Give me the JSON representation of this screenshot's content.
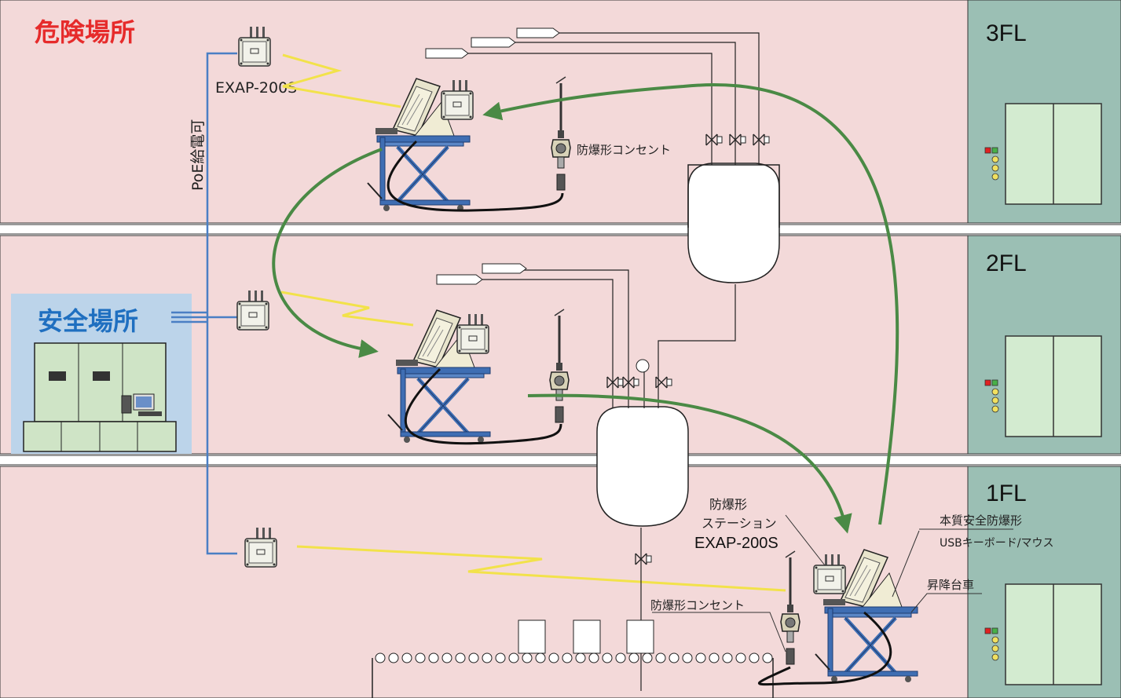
{
  "zones": {
    "hazardous_label": "危険場所",
    "safe_label": "安全場所"
  },
  "floors": [
    "3FL",
    "2FL",
    "1FL"
  ],
  "labels": {
    "poe": "PoE給電可",
    "exap_top": "EXAP-200S",
    "outlet_3fl": "防爆形コンセント",
    "station_line1": "防爆形",
    "station_line2": "ステーション",
    "station_line3": "EXAP-200S",
    "keyboard_line1": "本質安全防爆形",
    "keyboard_line2": "USBキーボード/マウス",
    "lift_cart": "昇降台車",
    "outlet_1fl": "防爆形コンセント"
  },
  "colors": {
    "hazard_bg": "#f3d9d9",
    "right_panel": "#9bbfb4",
    "safe_bg": "#bcd4ea",
    "hazard_text": "#e62b2b",
    "safe_text": "#1f6fc0",
    "network_line": "#4a7fc4",
    "wireless_signal": "#f2e24a",
    "movement_arrow": "#4a8a45",
    "cart_blue": "#3f6eb3",
    "elevator_door": "#d3ebd0"
  },
  "icons": [
    "access-point-icon",
    "tablet-cart-icon",
    "explosion-proof-outlet-icon",
    "valve-icon",
    "tank-icon",
    "elevator-icon",
    "server-rack-icon",
    "computer-icon",
    "conveyor-icon"
  ]
}
